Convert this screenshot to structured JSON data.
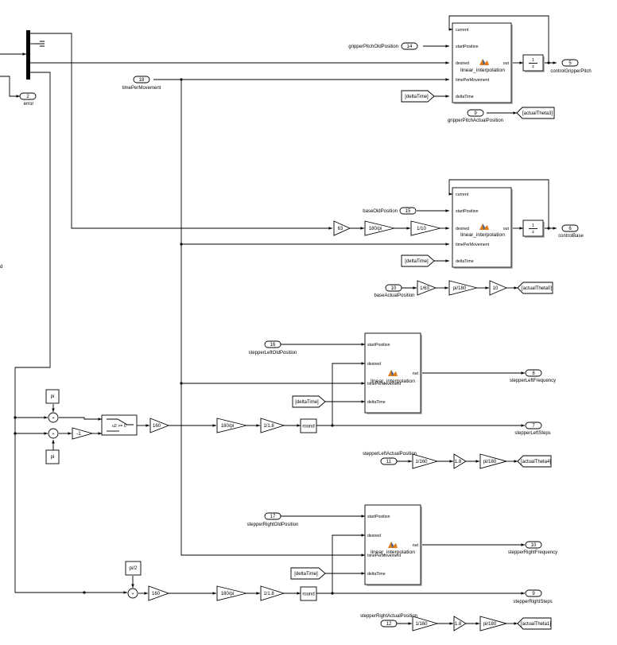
{
  "diagram": {
    "function_blocks": [
      {
        "id": "lin1",
        "title": "linear_interpolation",
        "ports": [
          "current",
          "startPosition",
          "desired",
          "timePerMovement",
          "deltaTime"
        ],
        "out": "out"
      },
      {
        "id": "lin2",
        "title": "linear_interpolation",
        "ports": [
          "current",
          "startPosition",
          "desired",
          "timePerMovement",
          "deltaTime"
        ],
        "out": "out"
      },
      {
        "id": "lin3",
        "title": "linear_interpolation",
        "ports": [
          "startPosition",
          "desired",
          "timePerMovement",
          "deltaTime"
        ],
        "out": "out"
      },
      {
        "id": "lin4",
        "title": "linear_interpolation",
        "ports": [
          "startPosition",
          "desired",
          "timePerMovement",
          "deltaTime"
        ],
        "out": "out"
      }
    ],
    "inports": [
      {
        "num": "14",
        "label": "gripperPitchOldPosition"
      },
      {
        "num": "18",
        "label": "timePerMovement"
      },
      {
        "num": "9",
        "label": "gripperPitchActualPosition"
      },
      {
        "num": "15",
        "label": "baseOldPosition"
      },
      {
        "num": "10",
        "label": "baseActualPosition"
      },
      {
        "num": "16",
        "label": "stepperLeftOldPosition"
      },
      {
        "num": "11",
        "label": "stepperLeftActualPosition"
      },
      {
        "num": "17",
        "label": "stepperRightOldPosition"
      },
      {
        "num": "12",
        "label": "stepperRightActualPosition"
      }
    ],
    "outports": [
      {
        "num": "2",
        "label": "error"
      },
      {
        "num": "5",
        "label": "controlGripperPitch"
      },
      {
        "num": "6",
        "label": "controlBase"
      },
      {
        "num": "8",
        "label": "stepperLeftFrequency"
      },
      {
        "num": "7",
        "label": "stepperLeftSteps"
      },
      {
        "num": "10",
        "label": "stepperRightFrequency"
      },
      {
        "num": "9",
        "label": "stepperRightSteps"
      }
    ],
    "from_tags": [
      "[deltaTime]",
      "[deltaTime]",
      "[deltaTime]",
      "[deltaTime]"
    ],
    "goto_tags": [
      "[actualTheta3]",
      "[actualTheta0]",
      "[actualTheta4]",
      "[actualTheta1]"
    ],
    "gains": {
      "base_in": [
        "63",
        "180/pi",
        "1/10"
      ],
      "base_act": [
        "1/63",
        "pi/180",
        "10"
      ],
      "left_chain": [
        "160",
        "180/pi",
        "1/1.8"
      ],
      "left_act": [
        "1/160",
        "1.8",
        "pi/180"
      ],
      "right_chain": [
        "160",
        "180/pi",
        "1/1.8"
      ],
      "right_act": [
        "1/160",
        "1.8",
        "pi/180"
      ],
      "minus_one": "-1"
    },
    "constants": [
      "pi",
      "pi",
      "pi/2"
    ],
    "round_blocks": [
      "round",
      "round"
    ],
    "switch_label": "u2 >= 0",
    "delay_labels": {
      "top": "1",
      "bottom": "z"
    },
    "edge_label": "d"
  }
}
